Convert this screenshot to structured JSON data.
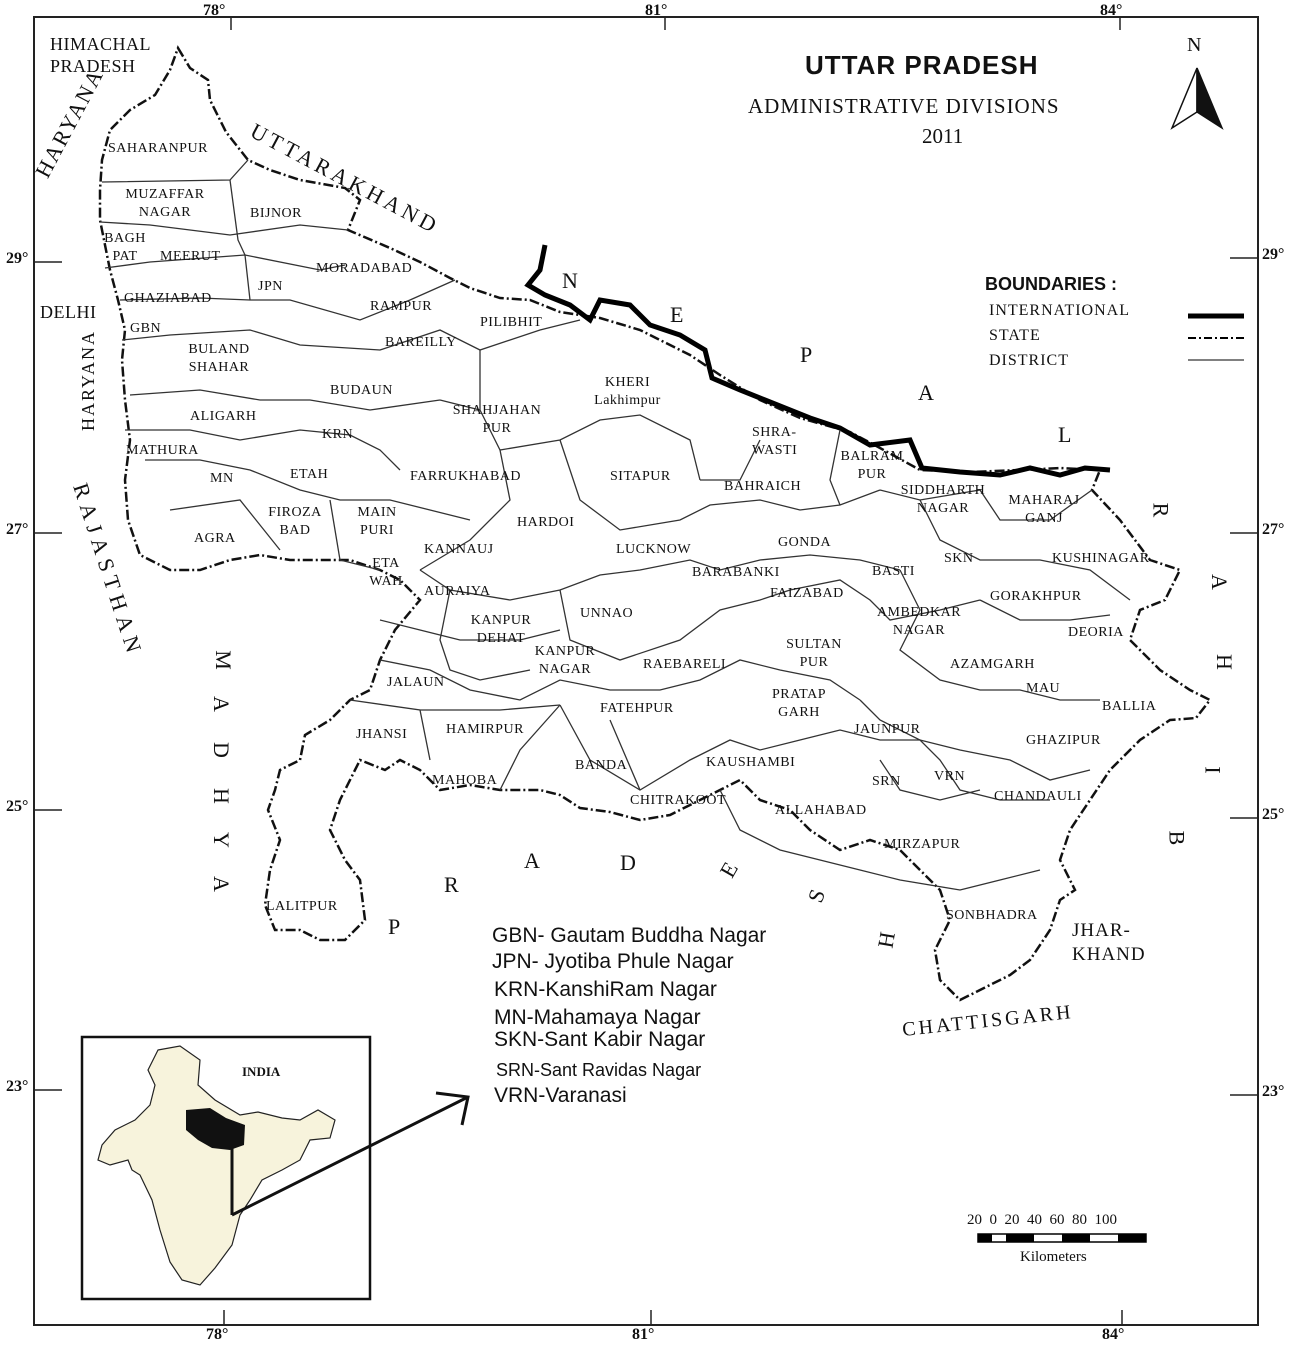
{
  "header": {
    "title": "UTTAR PRADESH",
    "subtitle": "ADMINISTRATIVE DIVISIONS",
    "year": "2011",
    "north": "N"
  },
  "legend": {
    "title": "BOUNDARIES :",
    "items": [
      "INTERNATIONAL",
      "STATE",
      "DISTRICT"
    ]
  },
  "coords": {
    "top": [
      "78°",
      "81°",
      "84°"
    ],
    "bottom": [
      "78°",
      "81°",
      "84°"
    ],
    "left": [
      "29°",
      "27°",
      "25°",
      "23°"
    ],
    "right": [
      "29°",
      "27°",
      "25°",
      "23°"
    ]
  },
  "neighbours": {
    "himachal": [
      "HIMACHAL",
      "PRADESH"
    ],
    "haryana_top": "HARYANA",
    "haryana_side": "HARYANA",
    "delhi": "DELHI",
    "uttarakhand": "UTTARAKHAND",
    "nepal": [
      "N",
      "E",
      "P",
      "A",
      "L"
    ],
    "bihar": [
      "R",
      "A",
      "H",
      "I",
      "B"
    ],
    "rajasthan": "RAJASTHAN",
    "madhya": [
      "M",
      "A",
      "D",
      "H",
      "Y",
      "A"
    ],
    "pradesh": [
      "P",
      "R",
      "A",
      "D",
      "E",
      "S",
      "H"
    ],
    "jharkhand": [
      "JHAR-",
      "KHAND"
    ],
    "chhattisgarh": "CHATTISGARH"
  },
  "districts": [
    "SAHARANPUR",
    "MUZAFFAR NAGAR",
    "BIJNOR",
    "BAGH PAT",
    "MEERUT",
    "JPN",
    "MORADABAD",
    "GHAZIABAD",
    "RAMPUR",
    "GBN",
    "PILIBHIT",
    "BAREILLY",
    "BULAND SHAHAR",
    "BUDAUN",
    "KHERI Lakhimpur",
    "ALIGARH",
    "SHAHJAHAN PUR",
    "KRN",
    "MATHURA",
    "MN",
    "ETAH",
    "FARRUKHABAD",
    "SITAPUR",
    "SHRA- WASTI",
    "BALRAM PUR",
    "BAHRAICH",
    "SIDDHARTH NAGAR",
    "MAHARAJ GANJ",
    "FIROZA BAD",
    "MAIN PURI",
    "AGRA",
    "HARDOI",
    "GONDA",
    "KANNAUJ",
    "LUCKNOW",
    "SKN",
    "KUSHINAGAR",
    "ETA WAH",
    "BARABANKI",
    "BASTI",
    "AURAIYA",
    "FAIZABAD",
    "GORAKHPUR",
    "UNNAO",
    "AMBEDKAR NAGAR",
    "KANPUR DEHAT",
    "DEORIA",
    "KANPUR NAGAR",
    "SULTAN PUR",
    "RAEBARELI",
    "AZAMGARH",
    "JALAUN",
    "MAU",
    "PRATAP GARH",
    "FATEHPUR",
    "BALLIA",
    "JHANSI",
    "HAMIRPUR",
    "JAUNPUR",
    "GHAZIPUR",
    "KAUSHAMBI",
    "MAHOBA",
    "BANDA",
    "SRN",
    "VRN",
    "CHITRAKOOT",
    "ALLAHABAD",
    "CHANDAULI",
    "MIRZAPUR",
    "LALITPUR",
    "SONBHADRA"
  ],
  "abbreviations": [
    "GBN- Gautam Buddha Nagar",
    "JPN- Jyotiba Phule Nagar",
    "KRN-KanshiRam Nagar",
    "MN-Mahamaya Nagar",
    "SKN-Sant Kabir Nagar",
    "SRN-Sant Ravidas Nagar",
    "VRN-Varanasi"
  ],
  "inset": {
    "label": "INDIA"
  },
  "scale": {
    "numbers": "20  0  20  40  60  80  100",
    "unit": "Kilometers"
  }
}
